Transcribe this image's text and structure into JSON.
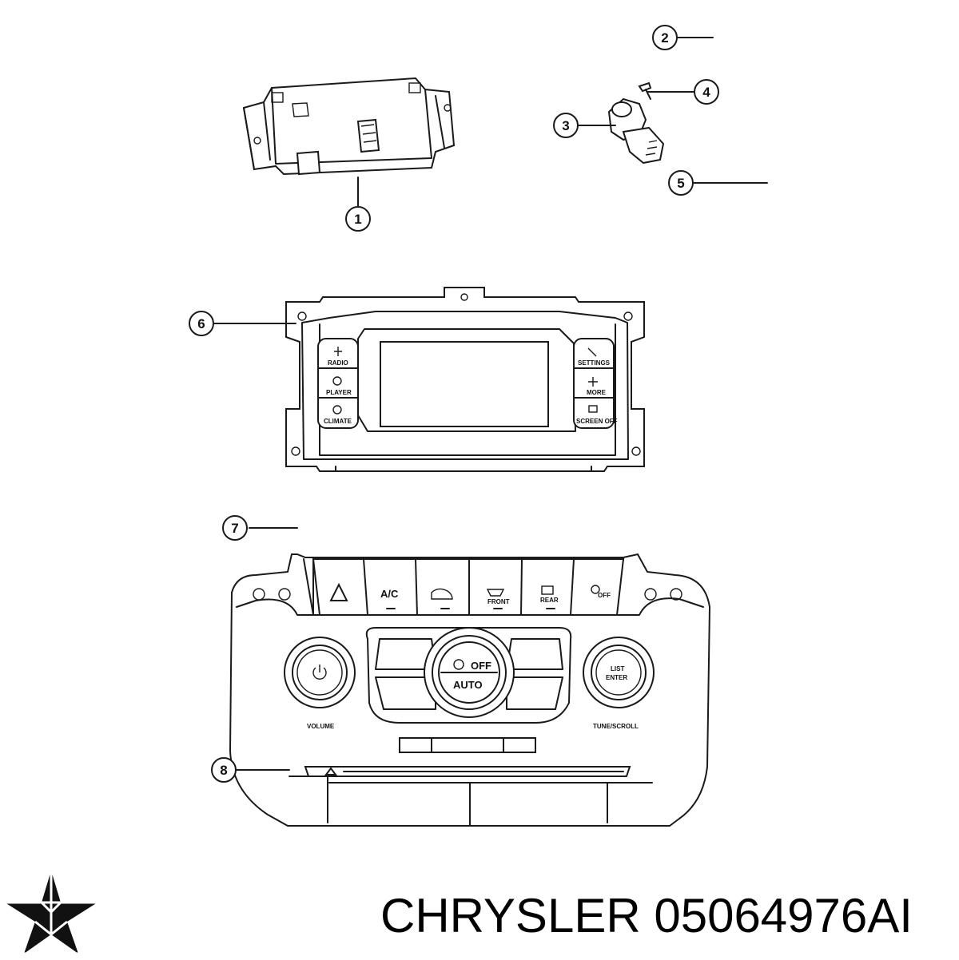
{
  "callouts": [
    {
      "id": "1",
      "label": "1"
    },
    {
      "id": "2",
      "label": "2"
    },
    {
      "id": "3",
      "label": "3"
    },
    {
      "id": "4",
      "label": "4"
    },
    {
      "id": "5",
      "label": "5"
    },
    {
      "id": "6",
      "label": "6"
    },
    {
      "id": "7",
      "label": "7"
    },
    {
      "id": "8",
      "label": "8"
    }
  ],
  "screen_buttons": {
    "left": [
      "RADIO",
      "PLAYER",
      "CLIMATE"
    ],
    "right": [
      "SETTINGS",
      "MORE",
      "SCREEN OFF"
    ]
  },
  "climate_buttons": {
    "ac": "A/C",
    "front": "FRONT",
    "rear": "REAR",
    "off_label": "OFF",
    "off": "OFF",
    "auto": "AUTO",
    "enter_line1": "LIST",
    "enter_line2": "ENTER"
  },
  "knob_labels": {
    "volume": "VOLUME",
    "tune": "TUNE/SCROLL"
  },
  "footer": {
    "brand": "CHRYSLER",
    "part_number": "05064976AI",
    "brand_line": "CHRYSLER 05064976AI"
  }
}
